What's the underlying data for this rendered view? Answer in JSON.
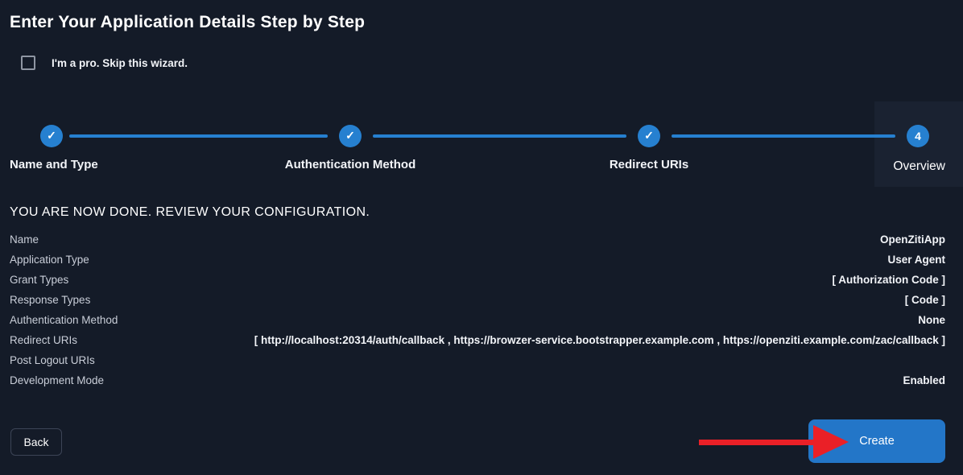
{
  "colors": {
    "background": "#141b28",
    "panel": "#1a2231",
    "accent_blue": "#2680d0",
    "button_blue": "#2376c8",
    "arrow_red": "#ea2027",
    "text_primary": "#f2f4f8",
    "text_secondary": "#c9ced8"
  },
  "header": {
    "title": "Enter Your Application Details Step by Step"
  },
  "skip": {
    "label": "I'm a pro. Skip this wizard.",
    "checked": false
  },
  "stepper": {
    "check_glyph": "✓",
    "steps": [
      {
        "label": "Name and Type",
        "state": "done"
      },
      {
        "label": "Authentication Method",
        "state": "done"
      },
      {
        "label": "Redirect URIs",
        "state": "done"
      },
      {
        "label": "Overview",
        "state": "current",
        "number": "4"
      }
    ]
  },
  "review": {
    "heading": "YOU ARE NOW DONE. REVIEW YOUR CONFIGURATION.",
    "rows": [
      {
        "label": "Name",
        "value": "OpenZitiApp"
      },
      {
        "label": "Application Type",
        "value": "User Agent"
      },
      {
        "label": "Grant Types",
        "value": "[ Authorization Code ]"
      },
      {
        "label": "Response Types",
        "value": "[ Code ]"
      },
      {
        "label": "Authentication Method",
        "value": "None"
      },
      {
        "label": "Redirect URIs",
        "value": "[ http://localhost:20314/auth/callback , https://browzer-service.bootstrapper.example.com , https://openziti.example.com/zac/callback ]"
      },
      {
        "label": "Post Logout URIs",
        "value": ""
      },
      {
        "label": "Development Mode",
        "value": "Enabled"
      }
    ]
  },
  "footer": {
    "back_label": "Back",
    "create_label": "Create"
  }
}
